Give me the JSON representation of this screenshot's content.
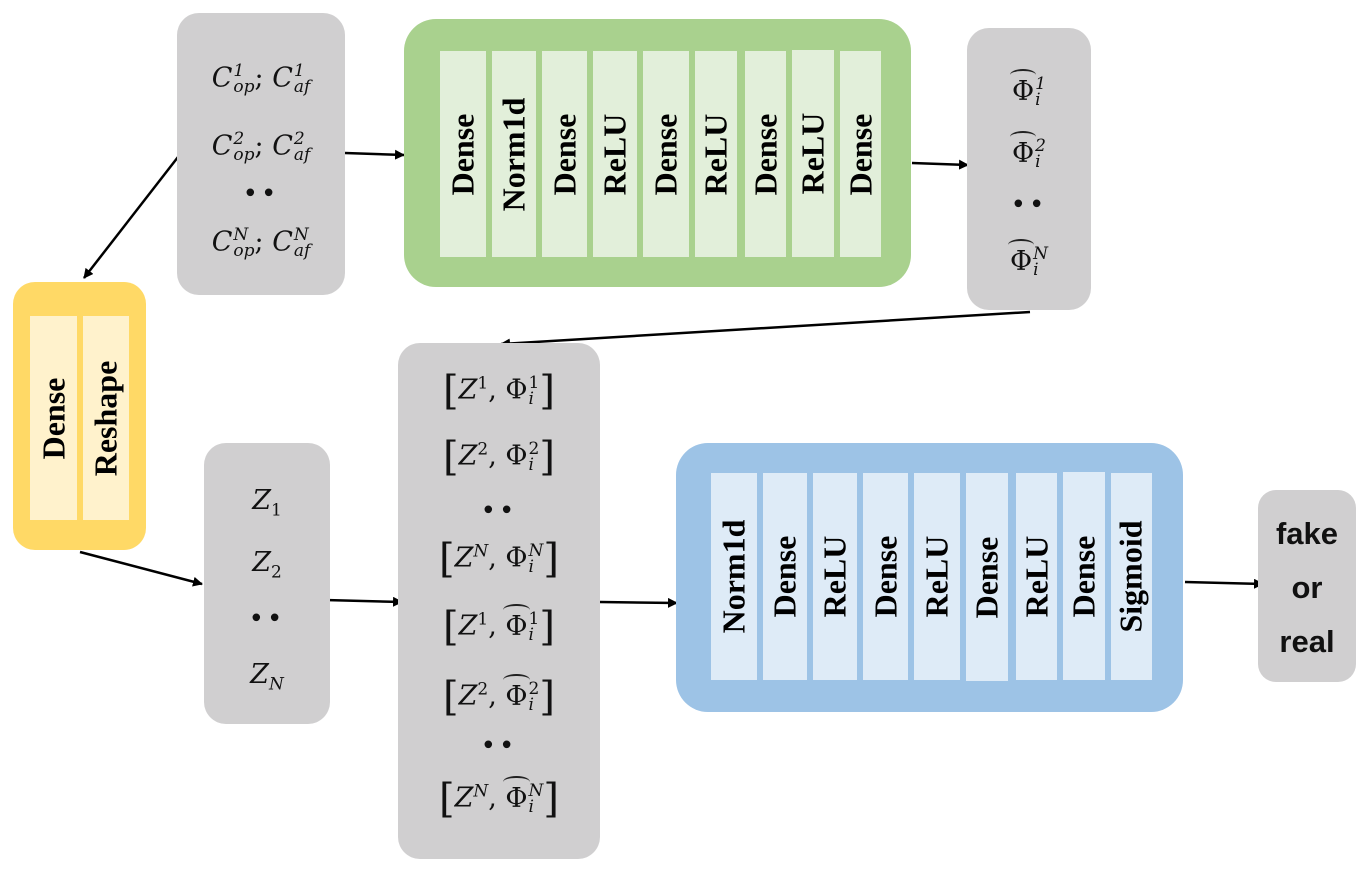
{
  "condition_box": {
    "rows": [
      {
        "op_sup": "1",
        "af_sup": "1"
      },
      {
        "op_sup": "2",
        "af_sup": "2"
      },
      {
        "ellipsis": "••"
      },
      {
        "op_sup": "N",
        "af_sup": "N"
      }
    ],
    "base": "C",
    "op_sub": "op",
    "af_sub": "af",
    "separator": ";"
  },
  "generator_block": {
    "color": "#a9d18e",
    "layer_color": "#e2efda",
    "layers": [
      "Dense",
      "Norm1d",
      "Dense",
      "ReLU",
      "Dense",
      "ReLU",
      "Dense",
      "ReLU",
      "Dense"
    ]
  },
  "phi_hat_box": {
    "base": "Φ",
    "sub": "i",
    "sups": [
      "1",
      "2",
      "N"
    ],
    "ellipsis": "••"
  },
  "reshape_block": {
    "color": "#ffd966",
    "layer_color": "#fff2cc",
    "layers": [
      "Dense",
      "Reshape"
    ]
  },
  "z_box": {
    "base": "Z",
    "subs": [
      "1",
      "2",
      "N"
    ],
    "ellipsis": "••"
  },
  "concat_box": {
    "real_pairs": [
      {
        "z_sup": "1",
        "phi_sup": "1"
      },
      {
        "z_sup": "2",
        "phi_sup": "2"
      },
      {
        "z_sup": "N",
        "phi_sup": "N"
      }
    ],
    "fake_pairs": [
      {
        "z_sup": "1",
        "phi_sup": "1"
      },
      {
        "z_sup": "2",
        "phi_sup": "2"
      },
      {
        "z_sup": "N",
        "phi_sup": "N"
      }
    ],
    "z_base": "Z",
    "phi_base": "Φ",
    "phi_sub": "i",
    "ellipsis": "••"
  },
  "discriminator_block": {
    "color": "#9dc3e6",
    "layer_color": "#deebf7",
    "layers": [
      "Norm1d",
      "Dense",
      "ReLU",
      "Dense",
      "ReLU",
      "Dense",
      "ReLU",
      "Dense",
      "Sigmoid"
    ]
  },
  "output_box": {
    "lines": [
      "fake",
      "or",
      "real"
    ]
  },
  "box_color": "#d0cfd0"
}
